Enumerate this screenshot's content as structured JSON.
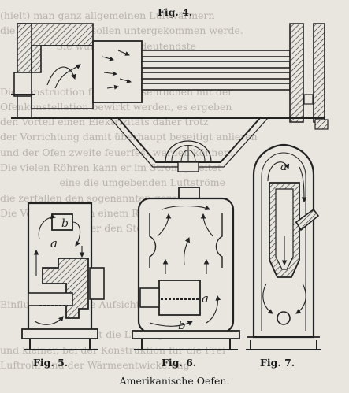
{
  "figure_labels": {
    "fig4": "Fig. 4.",
    "fig5": "Fig. 5.",
    "fig6": "Fig. 6.",
    "fig7": "Fig. 7."
  },
  "caption": "Amerikanische Oefen.",
  "diagram_letters": {
    "fig5_b": "b",
    "fig5_a": "a",
    "fig6_a": "a",
    "fig6_b": "b",
    "fig7_a": "a"
  },
  "background_text_lines": [
    "(hielt) man ganz allgemeinen Luftwärmern",
    "die Bedeutung ab sollen untergekommen werde.",
    "                  Sie wurde die bedeutendste",
    "",
    "",
    "Die Construction fällt im Wesentlichen mit der",
    "Ofenkonstellation bewirkt werden, es ergeben",
    "den Vorteil einen Elektrizitäts daher trotz",
    "der Vorrichtung damit überhaupt beseitigt anlieren",
    "und der Ofen zweite feuerfest werden können.",
    "Die vielen Röhren kann er im Strom geleitet",
    "                   eine die umgebenden Luftströme",
    "die zerfallen den sogenannten gerollt",
    "Die Vorrichtung an einem Rahmen mit einer",
    "                         oder den Stoffen und",
    "",
    "",
    "",
    "",
    "Einfluss nicht ohne Aufsicht, die Feuerung",
    "                          ",
    "                  Gestattet die Lüftung",
    "und kleiner, bei der Konstruktion für die Frei",
    "Luftrohr und der Wärmeentwickelung",
    ""
  ]
}
